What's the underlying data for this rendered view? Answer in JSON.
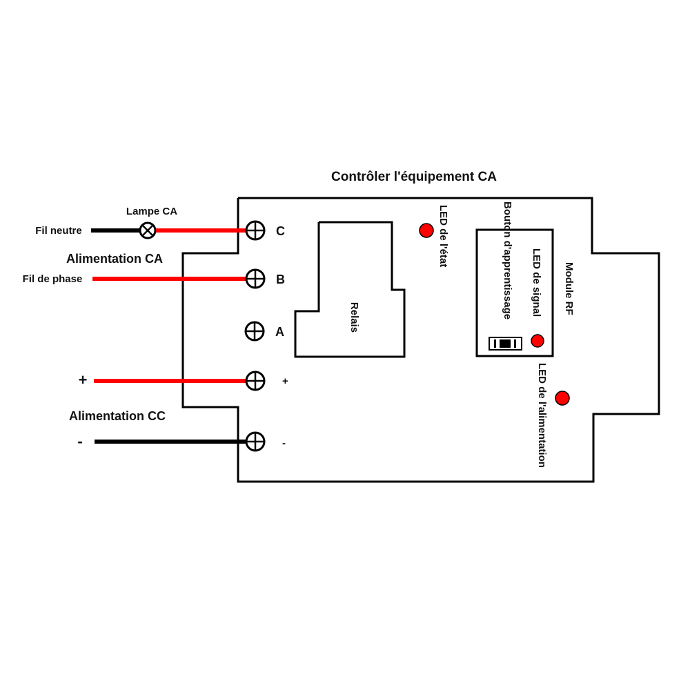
{
  "diagram": {
    "title": "Contrôler l'équipement CA",
    "colors": {
      "line": "#000000",
      "live_wire": "#ff0000",
      "neutral_wire": "#000000",
      "led": "#ff0000",
      "background": "#ffffff"
    },
    "ac_supply": {
      "label": "Alimentation CA",
      "neutral_label": "Fil neutre",
      "phase_label": "Fil de phase",
      "lamp_label": "Lampe CA"
    },
    "dc_supply": {
      "label": "Alimentation CC",
      "plus_label": "+",
      "minus_label": "-"
    },
    "terminals": [
      {
        "id": "C",
        "label": "C"
      },
      {
        "id": "B",
        "label": "B"
      },
      {
        "id": "A",
        "label": "A"
      },
      {
        "id": "plus",
        "label": "+"
      },
      {
        "id": "minus",
        "label": "-"
      }
    ],
    "components": {
      "relay_label": "Relais",
      "status_led_label": "LED de l'état",
      "learn_button_label": "Bouton d'apprentissage",
      "signal_led_label": "LED de signal",
      "rf_module_label": "Module RF",
      "power_led_label": "LED de l'alimentation"
    },
    "connections": [
      {
        "from": "Fil neutre",
        "via": "Lampe CA",
        "to": "C"
      },
      {
        "from": "Fil de phase",
        "to": "B"
      },
      {
        "from": "+",
        "to": "+"
      },
      {
        "from": "-",
        "to": "-"
      }
    ]
  }
}
